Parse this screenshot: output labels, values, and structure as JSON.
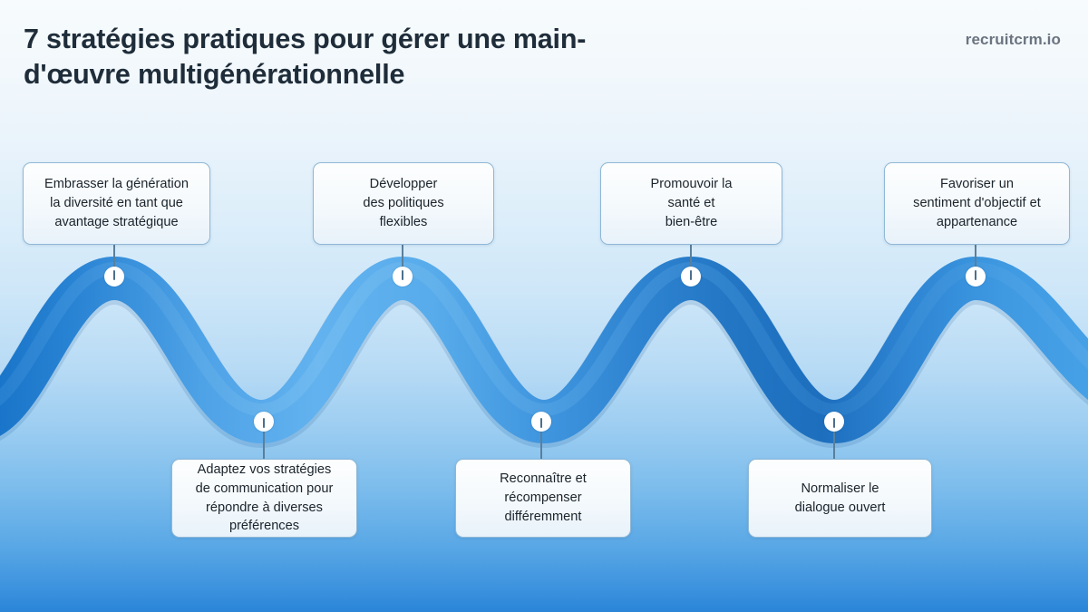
{
  "header": {
    "title": "7 stratégies pratiques pour gérer une main-\nd'œuvre multigénérationnelle",
    "logo": "recruitcrm.io"
  },
  "theme": {
    "title_color": "#1f2d3a",
    "logo_color": "#6b7480",
    "card_fill": "#f7fbfd",
    "card_border": "#8fb8d6",
    "card_text_color": "#1b242c",
    "wave_dark": "#1675c8",
    "wave_mid": "#2f86d4",
    "wave_light": "#57aaea",
    "pin_dot_color": "#ffffff",
    "background_top": "#f7fbfd",
    "background_bottom": "#2a85d8"
  },
  "steps": [
    {
      "index": 1,
      "row": "top",
      "text": "Embrasser la génération\nla diversité en tant que\navantage stratégique"
    },
    {
      "index": 2,
      "row": "bottom",
      "text": "Adaptez vos stratégies\nde communication pour\nrépondre à diverses\npréférences"
    },
    {
      "index": 3,
      "row": "top",
      "text": "Développer\ndes politiques\nflexibles"
    },
    {
      "index": 4,
      "row": "bottom",
      "text": "Reconnaître et\nrécompenser\ndifféremment"
    },
    {
      "index": 5,
      "row": "top",
      "text": "Promouvoir la\nsanté et\nbien-être"
    },
    {
      "index": 6,
      "row": "bottom",
      "text": "Normaliser le\ndialogue ouvert"
    },
    {
      "index": 7,
      "row": "top",
      "text": "Favoriser un\nsentiment d'objectif et\nappartenance"
    }
  ]
}
